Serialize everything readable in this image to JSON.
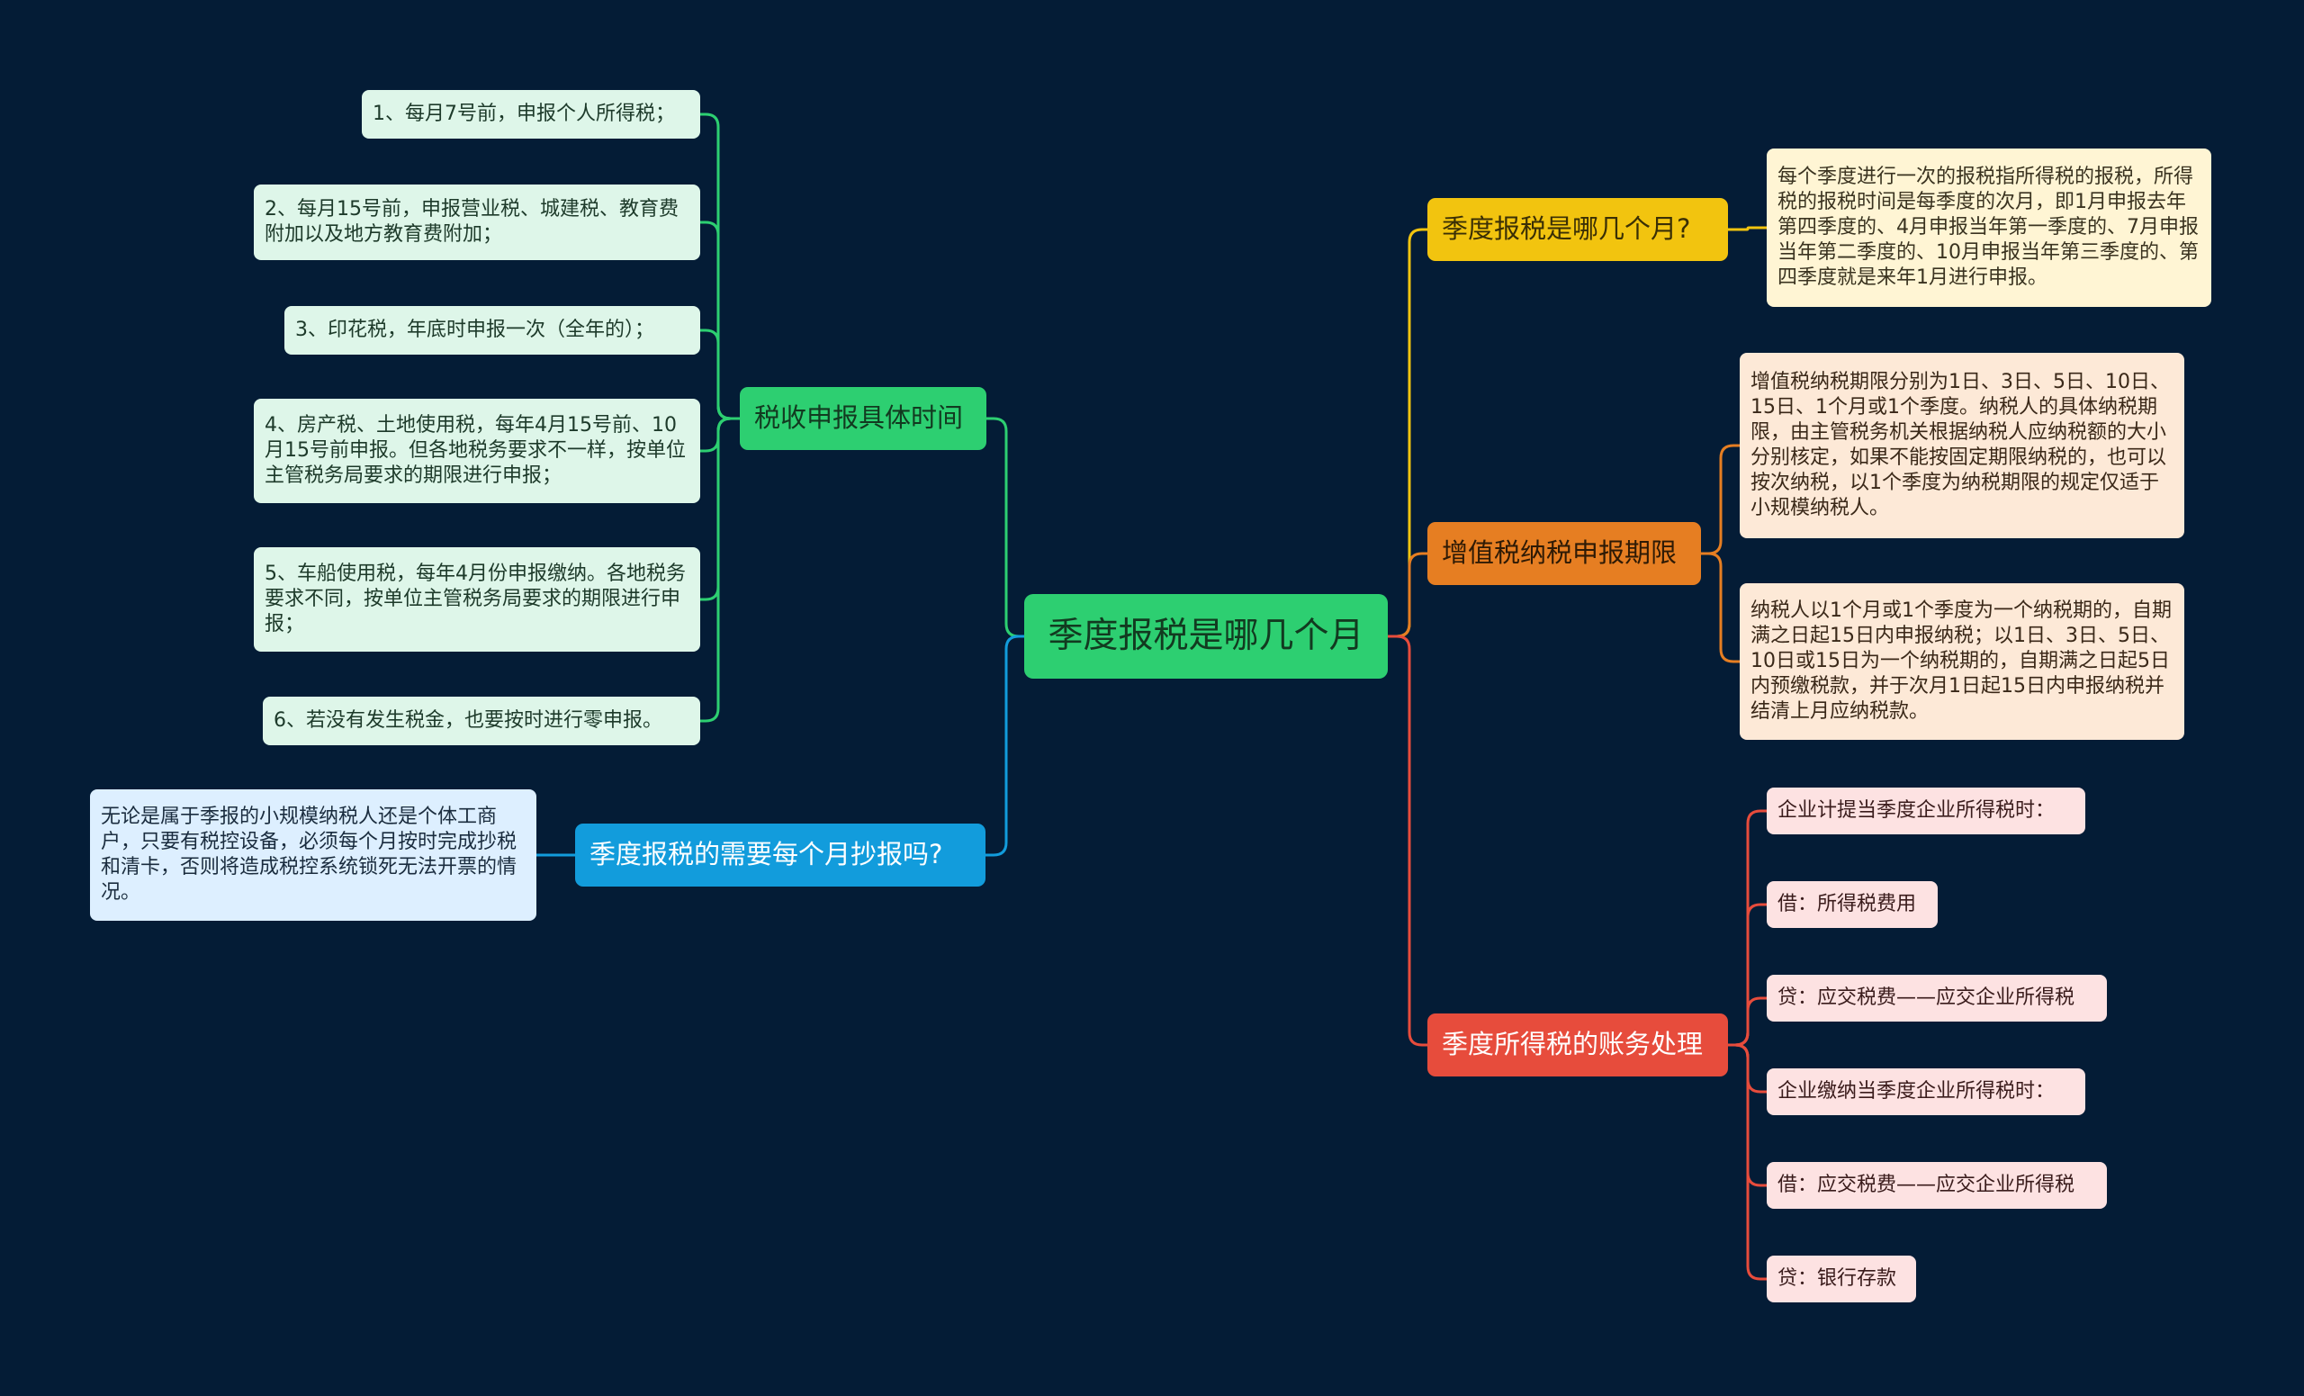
{
  "root": "季度报税是哪几个月",
  "branches": {
    "time": {
      "label": "税收申报具体时间",
      "color": "#2dcf71",
      "items": [
        "1、每月7号前，申报个人所得税；",
        "2、每月15号前，申报营业税、城建税、教育费附加以及地方教育费附加；",
        "3、印花税，年底时申报一次（全年的）；",
        "4、房产税、土地使用税，每年4月15号前、10月15号前申报。但各地税务要求不一样，按单位主管税务局要求的期限进行申报；",
        "5、车船使用税，每年4月份申报缴纳。各地税务要求不同，按单位主管税务局要求的期限进行申报；",
        "6、若没有发生税金，也要按时进行零申报。"
      ]
    },
    "monthly": {
      "label": "季度报税的需要每个月抄报吗?",
      "color": "#129cdc",
      "items": [
        "无论是属于季报的小规模纳税人还是个体工商户，只要有税控设备，必须每个月按时完成抄税和清卡，否则将造成税控系统锁死无法开票的情况。"
      ]
    },
    "which": {
      "label": "季度报税是哪几个月?",
      "color": "#f2c40f",
      "items": [
        "每个季度进行一次的报税指所得税的报税，所得税的报税时间是每季度的次月，即1月申报去年第四季度的、4月申报当年第一季度的、7月申报当年第二季度的、10月申报当年第三季度的、第四季度就是来年1月进行申报。"
      ]
    },
    "vat": {
      "label": "增值税纳税申报期限",
      "color": "#e67e22",
      "items": [
        "增值税纳税期限分别为1日、3日、5日、10日、15日、1个月或1个季度。纳税人的具体纳税期限，由主管税务机关根据纳税人应纳税额的大小分别核定，如果不能按固定期限纳税的，也可以按次纳税，以1个季度为纳税期限的规定仅适于小规模纳税人。",
        "纳税人以1个月或1个季度为一个纳税期的，自期满之日起15日内申报纳税；以1日、3日、5日、10日或15日为一个纳税期的，自期满之日起5日内预缴税款，并于次月1日起15日内申报纳税并结清上月应纳税款。"
      ]
    },
    "account": {
      "label": "季度所得税的账务处理",
      "color": "#e74c3c",
      "items": [
        "企业计提当季度企业所得税时：",
        "借：所得税费用",
        "贷：应交税费——应交企业所得税",
        "企业缴纳当季度企业所得税时：",
        "借：应交税费——应交企业所得税",
        "贷：银行存款"
      ]
    }
  }
}
